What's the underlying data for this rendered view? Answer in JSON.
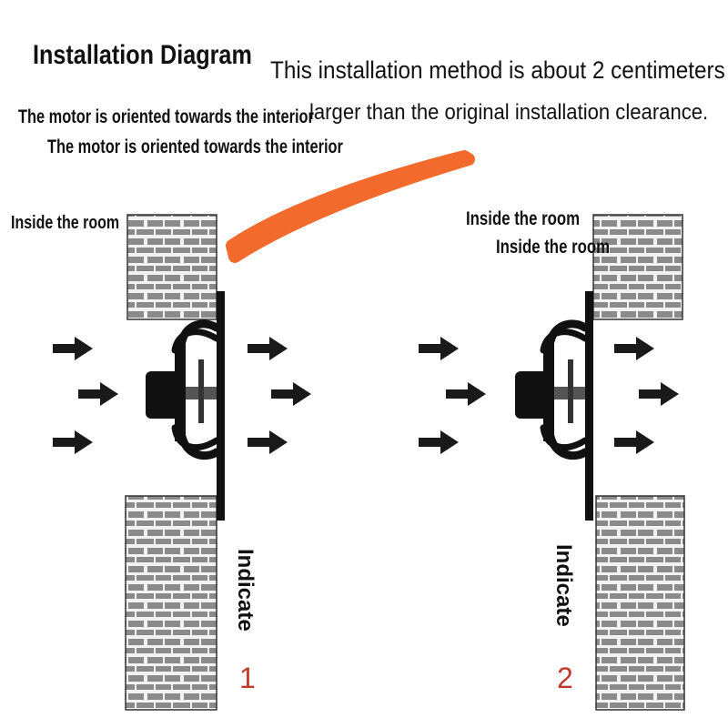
{
  "title": "Installation Diagram",
  "note": {
    "line1": "This installation method is about 2 centimeters",
    "line2": "larger than the original installation clearance."
  },
  "motor_label": "The motor is oriented towards the interior",
  "motor_label_repeat": "The motor is oriented towards the interior",
  "room_label_left": "Inside the room",
  "room_label_right": "Inside the room",
  "room_label_right_repeat": "Inside the room",
  "diagrams": [
    {
      "caption": "Indicate",
      "number": "1"
    },
    {
      "caption": "Indicate",
      "number": "2"
    }
  ],
  "colors": {
    "brick_fill": "#8a8a8a",
    "mortar": "#f2f2f2",
    "brick_border": "#333333",
    "fan": "#111111",
    "highlight_stroke": "#f26b2c",
    "number": "#c0392b"
  },
  "icons": [
    "arrow-right-icon",
    "brick-wall",
    "exhaust-fan"
  ]
}
